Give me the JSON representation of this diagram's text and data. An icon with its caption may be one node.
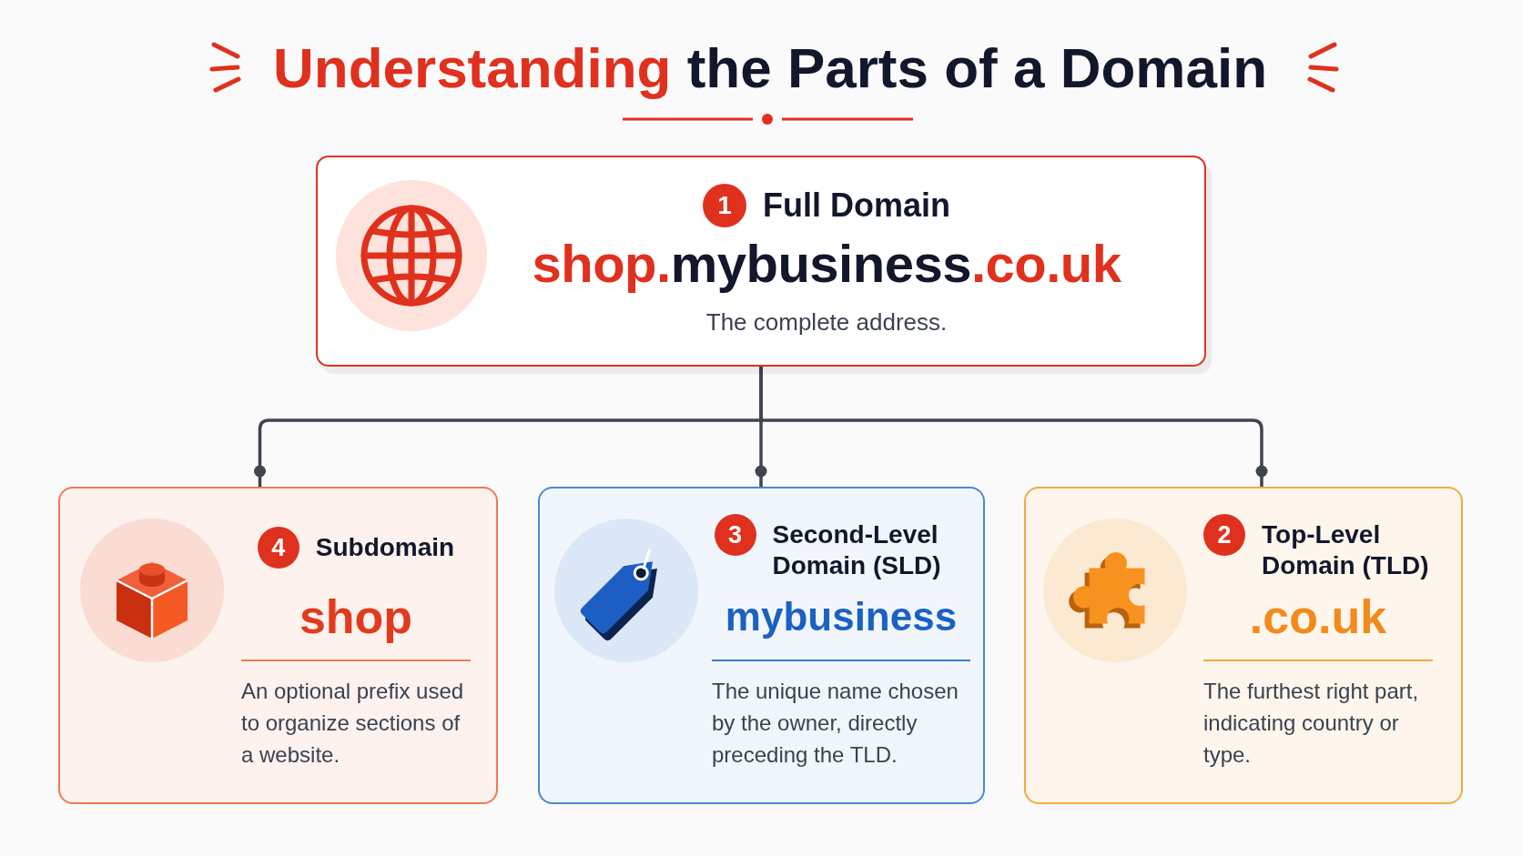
{
  "diagram": {
    "title": "Understanding the Parts of a Domain",
    "nodes": [
      {
        "text": [
          "Full Domain",
          "shop.mybusiness.co.uk",
          "The complete address."
        ]
      },
      {
        "text": [
          "1"
        ],
        "in": 0
      },
      {
        "text": [
          "Subdomain",
          "shop",
          "An optional prefix used to organize sections of a website."
        ]
      },
      {
        "text": [
          "4"
        ],
        "in": 2
      },
      {
        "text": [
          "Second-Level Domain (SLD)",
          "mybusiness",
          "The unique name chosen by the owner, directly preceding the TLD."
        ]
      },
      {
        "text": [
          "3"
        ],
        "in": 4
      },
      {
        "text": [
          "Top-Level Domain (TLD)",
          ".co.uk",
          "The furthest right part, indicating country or type."
        ]
      },
      {
        "text": [
          "2"
        ],
        "in": 6
      }
    ],
    "edges": [
      {
        "from": 0,
        "to": 2,
        "arrow": "other"
      },
      {
        "from": 0,
        "to": 4,
        "arrow": "other"
      },
      {
        "from": 0,
        "to": 6,
        "arrow": "other"
      }
    ]
  }
}
